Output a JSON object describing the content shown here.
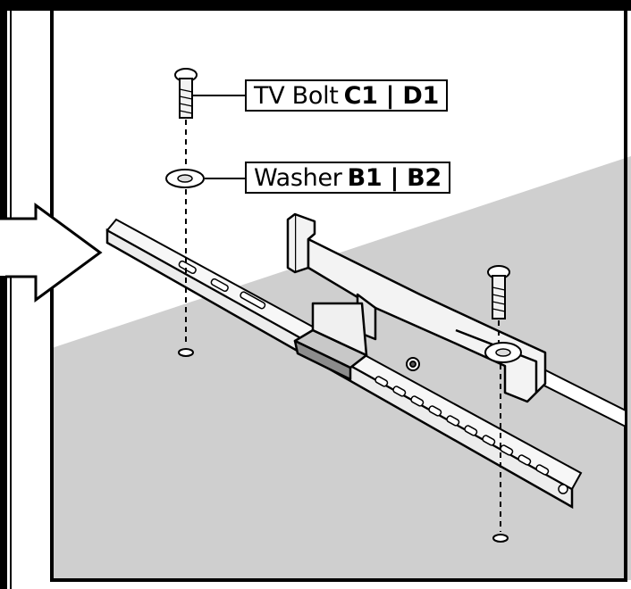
{
  "labels": {
    "tv_bolt": {
      "name": "TV Bolt",
      "codes": "C1 | D1"
    },
    "washer": {
      "name": "Washer",
      "codes": "B1 | B2"
    }
  },
  "colors": {
    "frame": "#000000",
    "floor": "#cfcfcf",
    "wall": "#ffffff",
    "metal": "#e6e6e6",
    "line": "#1a1a1a"
  }
}
